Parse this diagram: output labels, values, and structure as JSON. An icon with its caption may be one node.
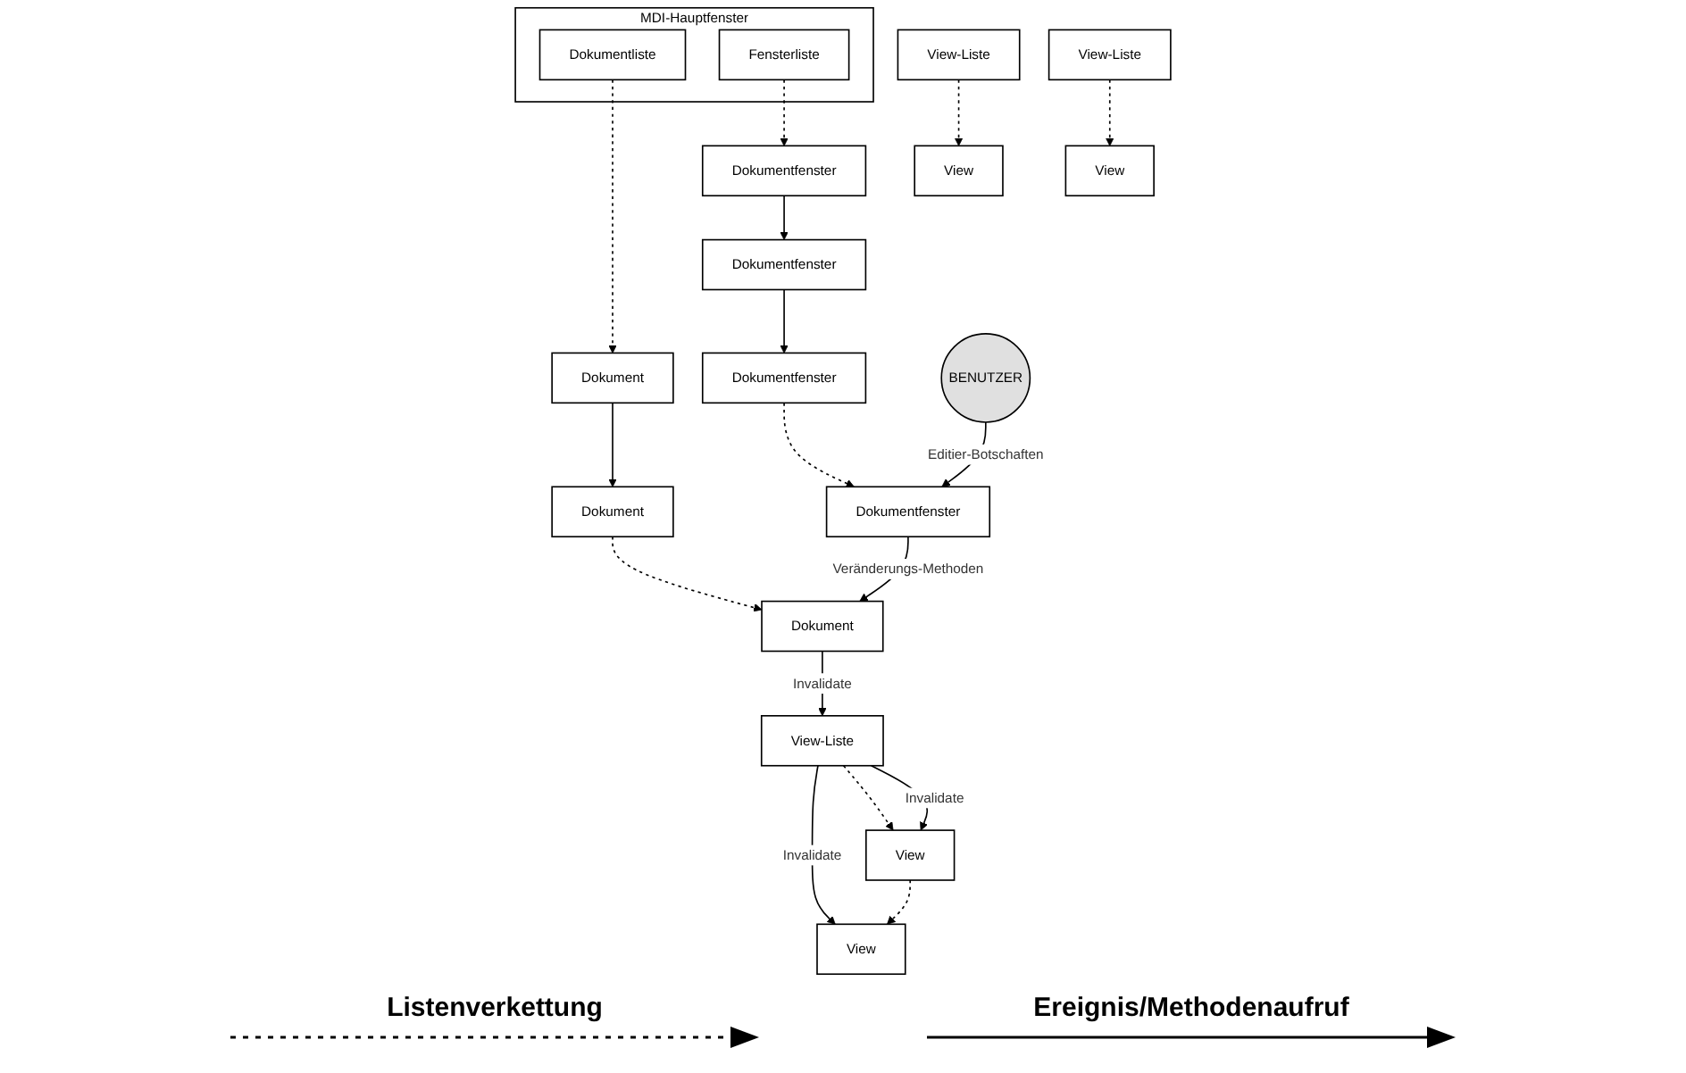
{
  "diagram": {
    "nodes": [
      {
        "text": [
          "MDI-Hauptfenster"
        ]
      },
      {
        "text": [
          "Dokumentliste"
        ],
        "in": 0
      },
      {
        "text": [
          "Fensterliste"
        ],
        "in": 0
      },
      {
        "text": [
          "Dokument"
        ]
      },
      {
        "text": [
          "View-Liste"
        ]
      },
      {
        "text": [
          "View"
        ]
      },
      {
        "text": [
          "Dokumentfenster"
        ]
      },
      {
        "text": [
          "Dokument"
        ]
      },
      {
        "text": [
          "View-Liste"
        ]
      },
      {
        "text": [
          "View"
        ]
      },
      {
        "text": [
          "Dokumentfenster"
        ]
      },
      {
        "text": [
          "View"
        ]
      },
      {
        "text": [
          "Dokumentfenster"
        ]
      },
      {
        "text": [
          "BENUTZER"
        ]
      },
      {
        "text": [
          "Dokument"
        ]
      },
      {
        "text": [
          "View-Liste"
        ]
      },
      {
        "text": [
          "View"
        ]
      },
      {
        "text": [
          "Dokumentfenster"
        ]
      }
    ],
    "edges": [
      {
        "from": 1,
        "to": 3,
        "arrow": "to",
        "style": "dashed"
      },
      {
        "from": 2,
        "to": 6,
        "arrow": "to",
        "style": "dashed"
      },
      {
        "from": 4,
        "to": 5,
        "arrow": "to",
        "style": "dashed"
      },
      {
        "from": 3,
        "to": 7,
        "arrow": "to"
      },
      {
        "from": 6,
        "to": 10,
        "arrow": "to"
      },
      {
        "from": 8,
        "to": 9,
        "arrow": "to",
        "style": "dashed"
      },
      {
        "from": 10,
        "to": 12,
        "arrow": "to"
      },
      {
        "from": 7,
        "to": 14,
        "arrow": "to",
        "style": "dashed"
      },
      {
        "from": 12,
        "to": 17,
        "arrow": "to",
        "style": "dashed"
      },
      {
        "from": 16,
        "to": 11,
        "arrow": "to",
        "style": "dashed"
      },
      {
        "from": 14,
        "to": 15,
        "arrow": "to",
        "label": "Invalidate"
      },
      {
        "from": 15,
        "to": 11,
        "arrow": "to",
        "label": "Invalidate"
      },
      {
        "from": 15,
        "to": 16,
        "arrow": "to",
        "style": "dashed"
      },
      {
        "from": 15,
        "to": 16,
        "arrow": "to",
        "label": "Invalidate"
      },
      {
        "from": 13,
        "to": 17,
        "arrow": "to",
        "label": "Editier-Botschaften"
      },
      {
        "from": 17,
        "to": 14,
        "arrow": "to",
        "label": "Veränderungs-Methoden"
      }
    ],
    "legend": [
      {
        "text": "Listenverkettung"
      },
      {
        "text": "Ereignis/Methodenaufruf"
      }
    ]
  }
}
